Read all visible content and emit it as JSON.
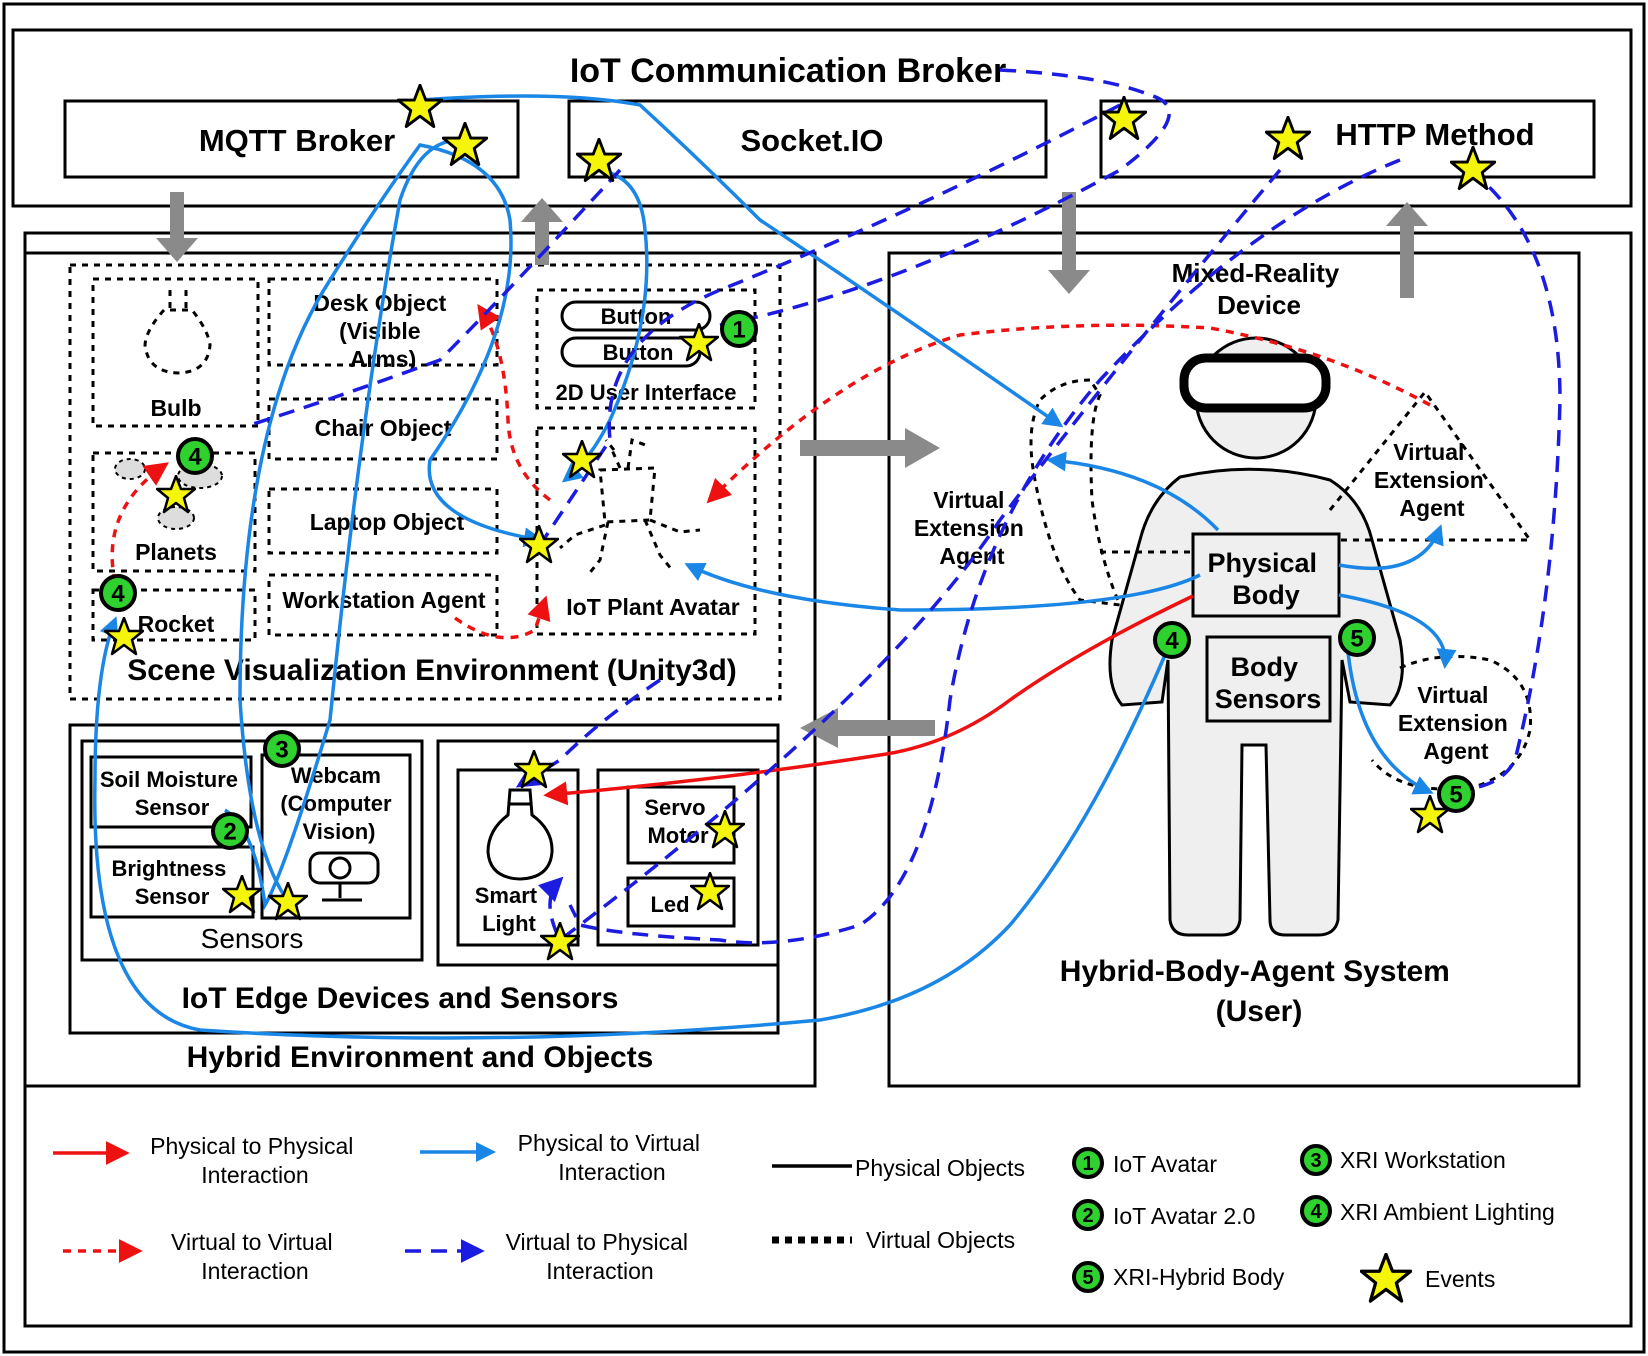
{
  "broker": {
    "title": "IoT Communication Broker",
    "mqtt": "MQTT Broker",
    "socket": "Socket.IO",
    "http": "HTTP Method"
  },
  "scene": {
    "title": "Scene Visualization Environment (Unity3d)",
    "bulb": "Bulb",
    "planets": "Planets",
    "rocket": "Rocket",
    "desk": [
      "Desk Object",
      "(Visible",
      "Arms)"
    ],
    "chair": "Chair Object",
    "laptop": "Laptop Object",
    "workstation": "Workstation Agent",
    "button1": "Button",
    "button2": "Button",
    "ui2d": "2D User Interface",
    "plant": "IoT Plant Avatar"
  },
  "edge": {
    "title": "IoT Edge Devices and Sensors",
    "soil": [
      "Soil Moisture",
      "Sensor"
    ],
    "brightness": [
      "Brightness",
      "Sensor"
    ],
    "webcam": [
      "Webcam",
      "(Computer",
      "Vision)"
    ],
    "sensors": "Sensors",
    "smartlight": [
      "Smart",
      "Light"
    ],
    "servo": [
      "Servo",
      "Motor"
    ],
    "led": "Led"
  },
  "hybrid_env": {
    "title": "Hybrid  Environment and Objects"
  },
  "user": {
    "title": [
      "Hybrid-Body-Agent System",
      "(User)"
    ],
    "mr_device": [
      "Mixed-Reality",
      "Device"
    ],
    "vea_left": [
      "Virtual",
      "Extension",
      "Agent"
    ],
    "vea_top": [
      "Virtual",
      "Extension",
      "Agent"
    ],
    "vea_bottom": [
      "Virtual",
      "Extension",
      "Agent"
    ],
    "physical_body": [
      "Physical",
      "Body"
    ],
    "body_sensors": [
      "Body",
      "Sensors"
    ]
  },
  "legend": {
    "p2p": [
      "Physical to Physical",
      "Interaction"
    ],
    "p2v": [
      "Physical to Virtual",
      "Interaction"
    ],
    "v2v": [
      "Virtual to Virtual",
      "Interaction"
    ],
    "v2p": [
      "Virtual to Physical",
      "Interaction"
    ],
    "physical_objects": "Physical Objects",
    "virtual_objects": "Virtual Objects",
    "b1": "IoT Avatar",
    "b2": "IoT Avatar 2.0",
    "b3": "XRI Workstation",
    "b4": "XRI Ambient Lighting",
    "b5": "XRI-Hybrid Body",
    "events": "Events"
  },
  "colors": {
    "physical_to_physical": "#ee1111",
    "physical_to_virtual": "#1a86e6",
    "virtual_to_virtual": "#ee1111",
    "virtual_to_physical": "#1c1ce0",
    "badge": "#2fd12f",
    "event_star": "#f5f50a",
    "system_arrow": "#8a8a8a"
  }
}
